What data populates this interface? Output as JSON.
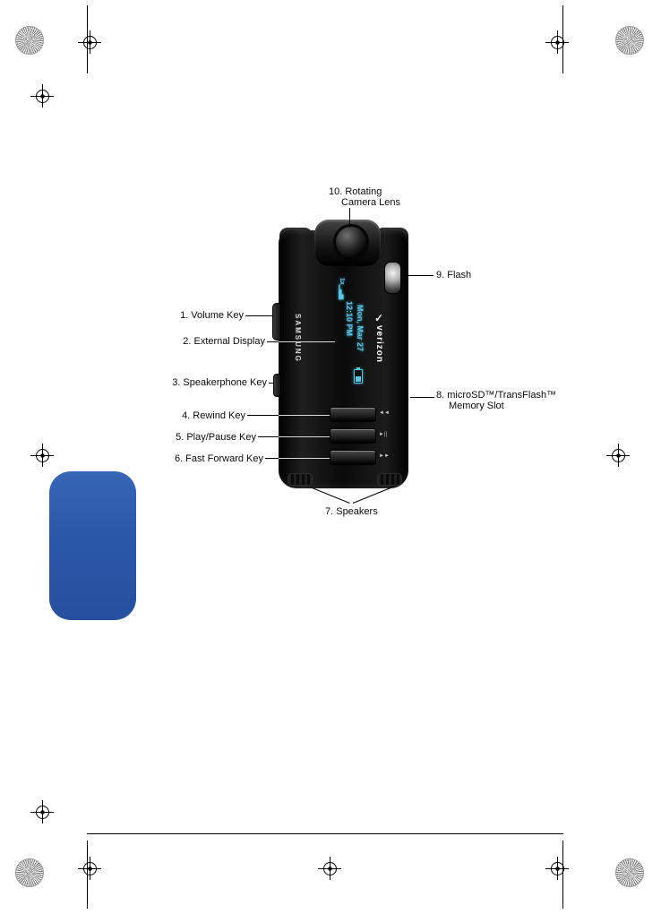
{
  "figure": {
    "callouts": {
      "camera": {
        "line1": "10. Rotating",
        "line2": "Camera Lens"
      },
      "flash": "9. Flash",
      "volume": "1. Volume Key",
      "external_display": "2. External Display",
      "speakerphone": "3. Speakerphone Key",
      "rewind": "4. Rewind Key",
      "play_pause": "5. Play/Pause Key",
      "fast_forward": "6. Fast Forward Key",
      "speakers": "7. Speakers",
      "memory": {
        "line1": "8. microSD™/TransFlash™",
        "line2": "Memory Slot"
      }
    },
    "phone": {
      "brand": "SAMSUNG",
      "carrier": "verizon",
      "display": {
        "signal": "1x",
        "time": "12:10 PM",
        "date": "Mon, Mar 27"
      }
    },
    "icons": {
      "signal_bars": "▁▃▅",
      "check": "✓",
      "rewind": "◄◄",
      "play_pause": "►||",
      "fast_forward": "►►"
    },
    "colors": {
      "tab_blue": "#2b57a9",
      "display_cyan": "#58c8ea"
    }
  }
}
